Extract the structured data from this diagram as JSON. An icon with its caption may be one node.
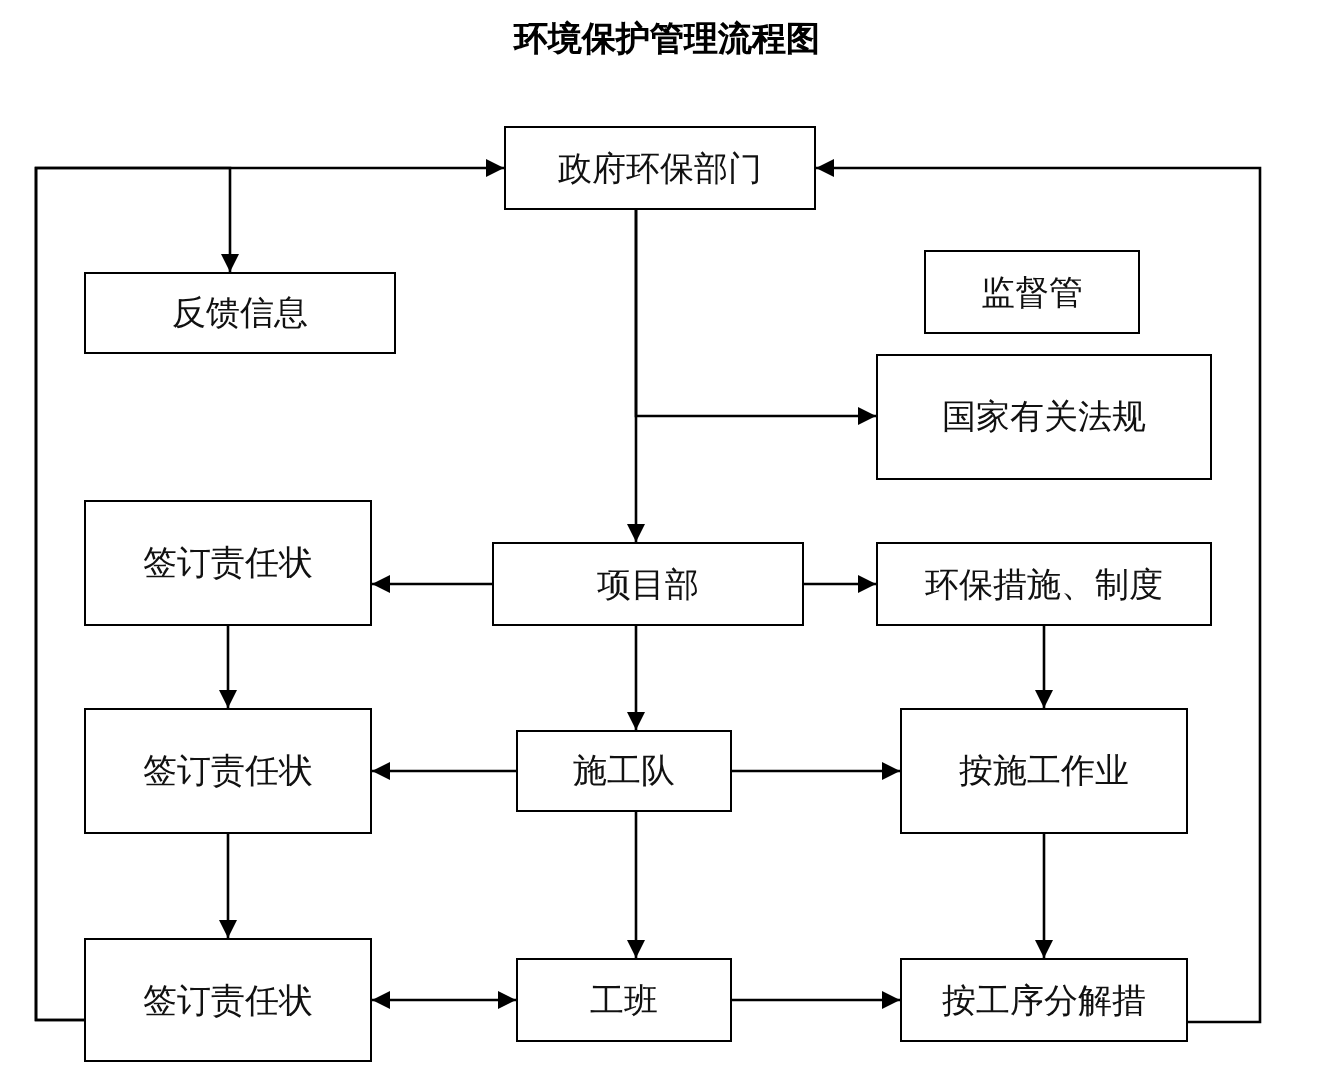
{
  "diagram": {
    "title": "环境保护管理流程图",
    "nodes": [
      {
        "text": [
          "政府环保部门"
        ]
      },
      {
        "text": [
          "反馈信息"
        ]
      },
      {
        "text": [
          "监督管"
        ]
      },
      {
        "text": [
          "国家有关法规"
        ]
      },
      {
        "text": [
          "签订责任状"
        ]
      },
      {
        "text": [
          "项目部"
        ]
      },
      {
        "text": [
          "环保措施、制度"
        ]
      },
      {
        "text": [
          "签订责任状"
        ]
      },
      {
        "text": [
          "施工队"
        ]
      },
      {
        "text": [
          "按施工作业"
        ]
      },
      {
        "text": [
          "签订责任状"
        ]
      },
      {
        "text": [
          "工班"
        ]
      },
      {
        "text": [
          "按工序分解措"
        ]
      }
    ],
    "edges": [
      {
        "from": 10,
        "to": 0,
        "arrow": "to"
      },
      {
        "from": 10,
        "to": 1,
        "arrow": "to"
      },
      {
        "from": 12,
        "to": 0,
        "arrow": "to"
      },
      {
        "from": 0,
        "to": 5,
        "arrow": "to"
      },
      {
        "from": 0,
        "to": 3,
        "arrow": "to"
      },
      {
        "from": 5,
        "to": 4,
        "arrow": "to"
      },
      {
        "from": 5,
        "to": 6,
        "arrow": "to"
      },
      {
        "from": 4,
        "to": 7,
        "arrow": "to"
      },
      {
        "from": 7,
        "to": 10,
        "arrow": "to"
      },
      {
        "from": 5,
        "to": 8,
        "arrow": "to"
      },
      {
        "from": 8,
        "to": 11,
        "arrow": "to"
      },
      {
        "from": 8,
        "to": 7,
        "arrow": "to"
      },
      {
        "from": 8,
        "to": 9,
        "arrow": "to"
      },
      {
        "from": 11,
        "to": 10,
        "arrow": "both"
      },
      {
        "from": 11,
        "to": 12,
        "arrow": "to"
      },
      {
        "from": 6,
        "to": 9,
        "arrow": "to"
      },
      {
        "from": 9,
        "to": 12,
        "arrow": "to"
      }
    ]
  }
}
